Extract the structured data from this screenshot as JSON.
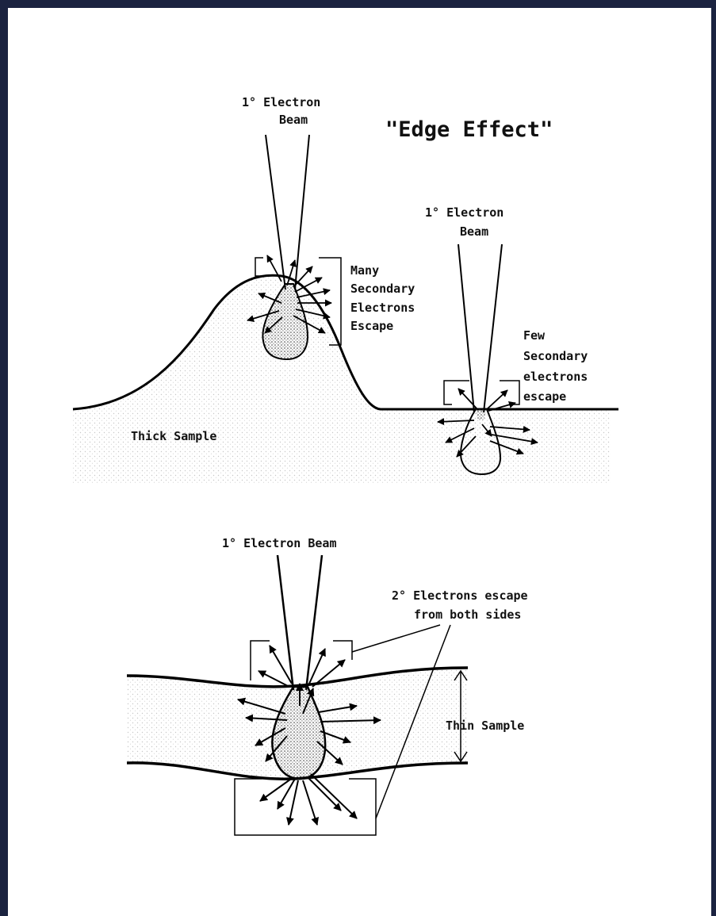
{
  "title": "\"Edge Effect\"",
  "beam_label_1": [
    "1° Electron",
    "Beam"
  ],
  "beam_label_2": [
    "1° Electron",
    "Beam"
  ],
  "beam_label_3": "1° Electron Beam",
  "many_secondary": [
    "Many",
    "Secondary",
    "Electrons",
    "Escape"
  ],
  "few_secondary": [
    "Few",
    "Secondary",
    "electrons",
    "escape"
  ],
  "thick_sample": "Thick Sample",
  "both_sides": [
    "2° Electrons escape",
    "from both sides"
  ],
  "thin_sample": "Thin Sample",
  "colors": {
    "background": "#1b2340",
    "paper": "#ffffff",
    "ink": "#000000",
    "stipple": "#d9d9d9"
  }
}
